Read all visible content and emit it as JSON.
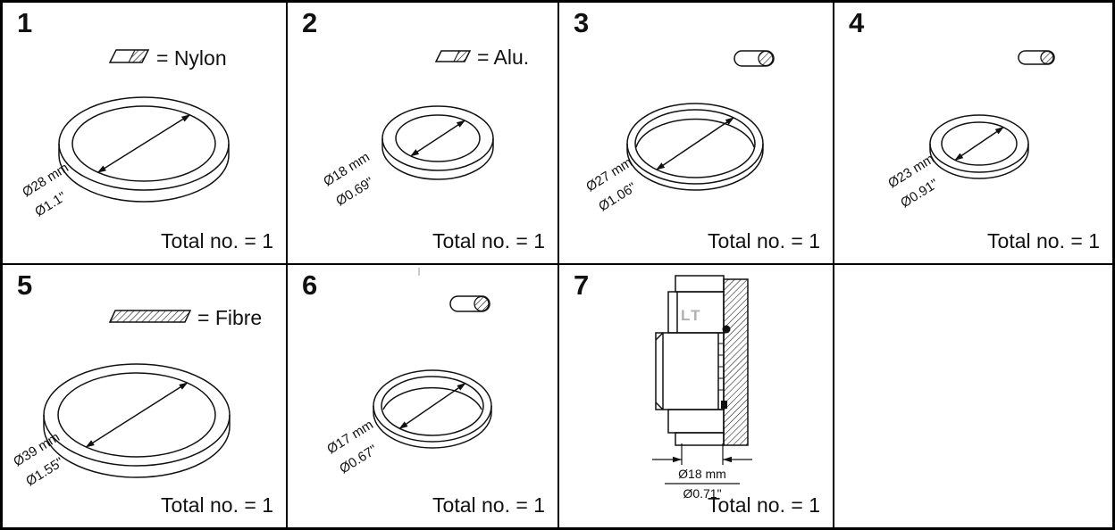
{
  "panels": [
    {
      "number": "1",
      "legend": "= Nylon",
      "dia_mm": "Ø28 mm",
      "dia_in": "Ø1.1\"",
      "total": "Total no. = 1"
    },
    {
      "number": "2",
      "legend": "= Alu.",
      "dia_mm": "Ø18 mm",
      "dia_in": "Ø0.69\"",
      "total": "Total no. = 1"
    },
    {
      "number": "3",
      "dia_mm": "Ø27 mm",
      "dia_in": "Ø1.06\"",
      "total": "Total no. = 1"
    },
    {
      "number": "4",
      "dia_mm": "Ø23 mm",
      "dia_in": "Ø0.91\"",
      "total": "Total no. = 1"
    },
    {
      "number": "5",
      "legend": "= Fibre",
      "dia_mm": "Ø39 mm",
      "dia_in": "Ø1.55\"",
      "total": "Total no. = 1"
    },
    {
      "number": "6",
      "dia_mm": "Ø17 mm",
      "dia_in": "Ø0.67\"",
      "total": "Total no. = 1"
    },
    {
      "number": "7",
      "body_label": "LT",
      "dia_mm": "Ø18 mm",
      "dia_in": "Ø0.71\"",
      "total": "Total no. = 1"
    }
  ],
  "colors": {
    "line": "#111111",
    "lt_label": "#b0b0b0"
  }
}
